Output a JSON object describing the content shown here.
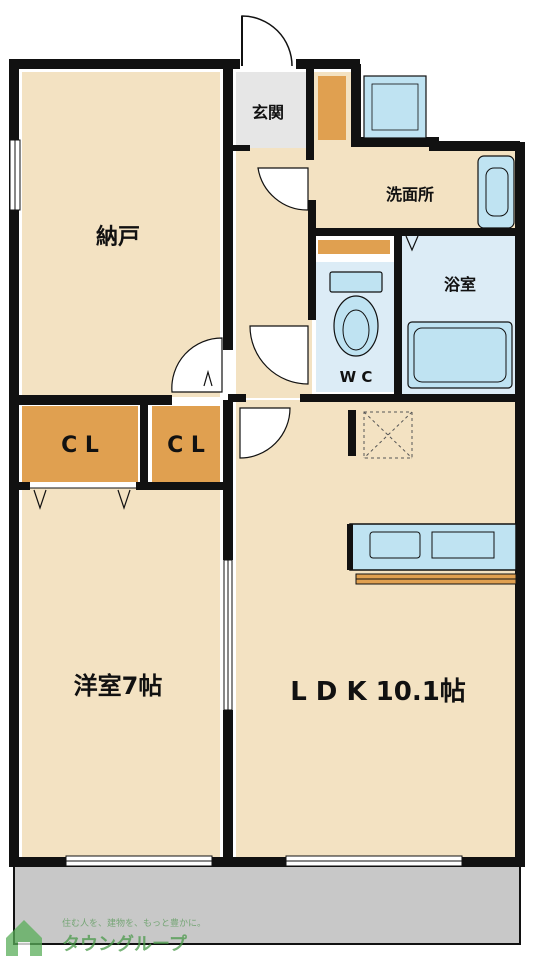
{
  "rooms": {
    "storage": "納戸",
    "entrance": "玄関",
    "washroom": "洗面所",
    "bath": "浴室",
    "wc": "W C",
    "closet_left": "C L",
    "closet_right": "C L",
    "western_room": "洋室7帖",
    "ldk": "L D K 10.1帖"
  },
  "colors": {
    "floor": "#f3e2c2",
    "wet_floor": "#dcecf6",
    "closet": "#e0a050",
    "balcony": "#c8c8c8",
    "wall": "#111111",
    "fixture": "#bfe3f2",
    "logo_green": "#5aae5a"
  },
  "logo": {
    "tagline": "住む人を、建物を、もっと豊かに。",
    "name": "タウングループ"
  }
}
